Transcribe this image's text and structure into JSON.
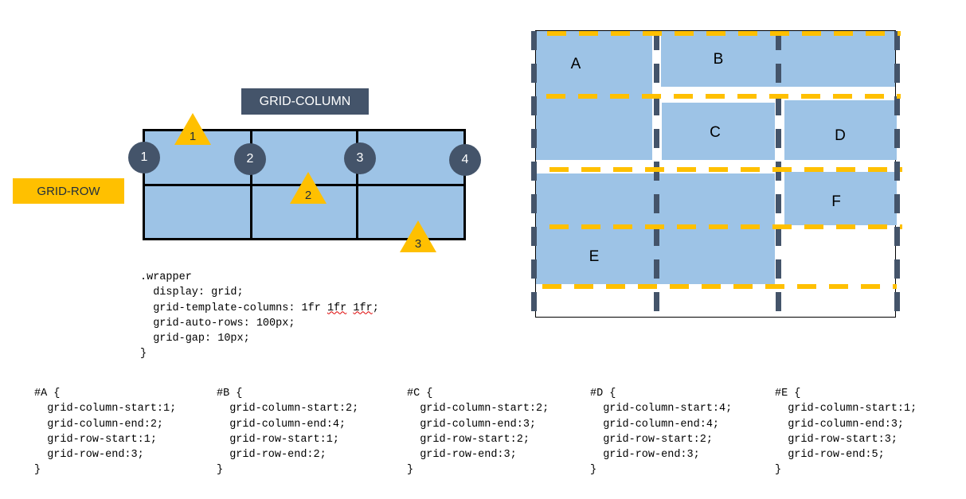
{
  "labels": {
    "grid_column": "GRID-COLUMN",
    "grid_row": "GRID-ROW"
  },
  "column_lines": [
    "1",
    "2",
    "3",
    "4"
  ],
  "row_lines": [
    "1",
    "2",
    "3"
  ],
  "wrapper_code": {
    "line1": ".wrapper",
    "line2": "  display: grid;",
    "line3_prefix": "  grid-template-columns: 1fr ",
    "line3_fr1": "1fr",
    "line3_mid": " ",
    "line3_fr2": "1fr",
    "line3_suffix": ";",
    "line4": "  grid-auto-rows: 100px;",
    "line5": "  grid-gap: 10px;",
    "line6": "}"
  },
  "item_rules": [
    {
      "selector": "#A {",
      "lines": [
        "  grid-column-start:1;",
        "  grid-column-end:2;",
        "  grid-row-start:1;",
        "  grid-row-end:3;"
      ],
      "close": "}"
    },
    {
      "selector": "#B {",
      "lines": [
        "  grid-column-start:2;",
        "  grid-column-end:4;",
        "  grid-row-start:1;",
        "  grid-row-end:2;"
      ],
      "close": "}"
    },
    {
      "selector": "#C {",
      "lines": [
        "  grid-column-start:2;",
        "  grid-column-end:3;",
        "  grid-row-start:2;",
        "  grid-row-end:3;"
      ],
      "close": "}"
    },
    {
      "selector": "#D {",
      "lines": [
        "  grid-column-start:4;",
        "  grid-column-end:4;",
        "  grid-row-start:2;",
        "  grid-row-end:3;"
      ],
      "close": "}"
    },
    {
      "selector": "#E {",
      "lines": [
        "  grid-column-start:1;",
        "  grid-column-end:3;",
        "  grid-row-start:3;",
        "  grid-row-end:5;"
      ],
      "close": "}"
    }
  ],
  "big_grid_items": [
    "A",
    "B",
    "C",
    "D",
    "E",
    "F"
  ],
  "colors": {
    "cell_fill": "#9dc3e6",
    "column_marker": "#44546a",
    "row_marker": "#ffc000"
  }
}
